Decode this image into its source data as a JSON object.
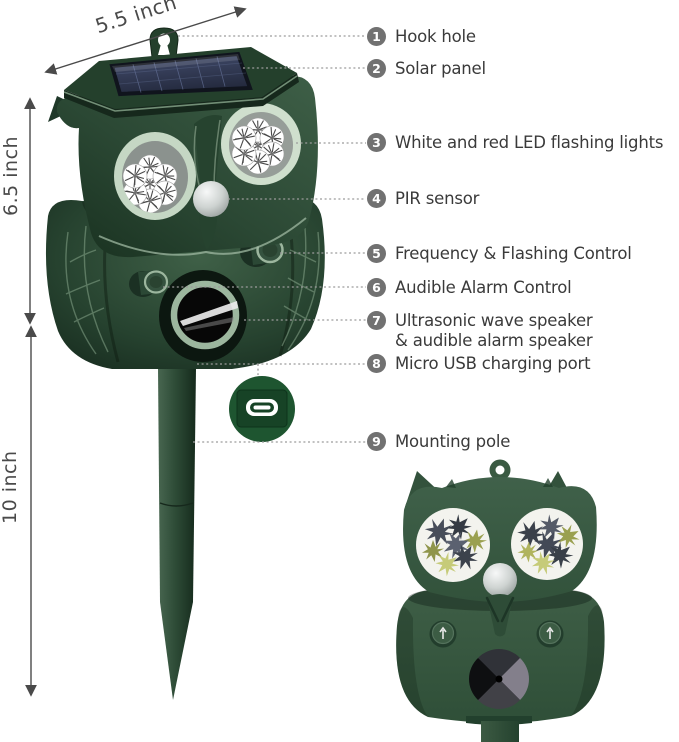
{
  "dimensions": {
    "width_label": "5.5 inch",
    "upper_height_label": "6.5 inch",
    "lower_height_label": "10 inch"
  },
  "callouts": [
    {
      "number": "1",
      "label": "Hook hole"
    },
    {
      "number": "2",
      "label": "Solar panel"
    },
    {
      "number": "3",
      "label": "White and red LED flashing lights"
    },
    {
      "number": "4",
      "label": "PIR sensor"
    },
    {
      "number": "5",
      "label": "Frequency & Flashing Control"
    },
    {
      "number": "6",
      "label": "Audible Alarm Control"
    },
    {
      "number": "7",
      "label": "Ultrasonic wave speaker",
      "label_line2": "& audible alarm speaker"
    },
    {
      "number": "8",
      "label": "Micro USB charging port"
    },
    {
      "number": "9",
      "label": "Mounting pole"
    }
  ],
  "colors": {
    "device_green_dark": "#1b3123",
    "device_green_mid": "#2b4834",
    "device_green_light": "#3f6047",
    "sage_highlight": "#9cb69e",
    "solar_panel_blue": "#3a455f",
    "usb_inset_green": "#1e5530",
    "badge_gray": "#717171",
    "label_text": "#3a3a3a",
    "leader_line_gray": "#9c9c9c",
    "dimension_gray": "#4a4a4a"
  }
}
